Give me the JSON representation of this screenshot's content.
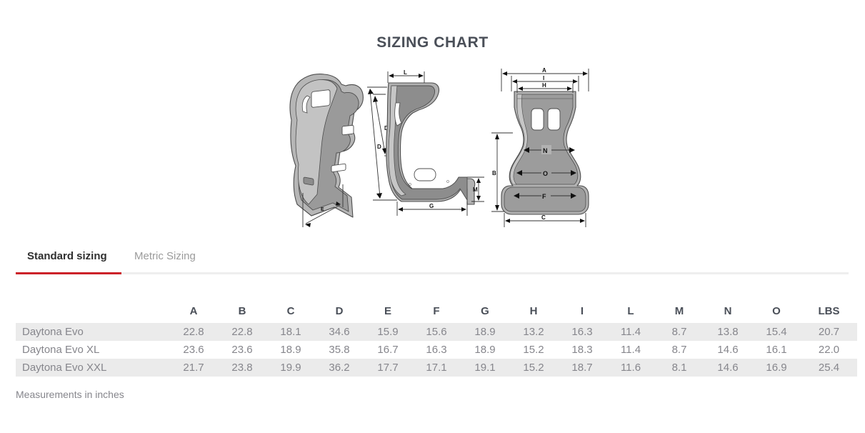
{
  "page": {
    "title": "SIZING CHART",
    "footnote": "Measurements in inches"
  },
  "tabs": [
    {
      "label": "Standard sizing",
      "active": true
    },
    {
      "label": "Metric Sizing",
      "active": false
    }
  ],
  "colors": {
    "accent_red": "#cc2229",
    "title_text": "#4a4f58",
    "body_text": "#86868c",
    "row_stripe": "#ebebeb",
    "seat_fill": "#a8a8a8",
    "seat_shade": "#8d8d8d",
    "seat_outline": "#4d4d4d"
  },
  "diagrams": {
    "iso_view": {
      "name": "racing-seat-isometric-view",
      "dimension_labels": [
        "D",
        "E"
      ]
    },
    "side_view": {
      "name": "racing-seat-side-view",
      "dimension_labels": [
        "L",
        "D",
        "G",
        "M"
      ]
    },
    "front_view": {
      "name": "racing-seat-front-view",
      "dimension_labels": [
        "A",
        "I",
        "H",
        "N",
        "O",
        "F",
        "B",
        "C"
      ]
    }
  },
  "table": {
    "columns": [
      "",
      "A",
      "B",
      "C",
      "D",
      "E",
      "F",
      "G",
      "H",
      "I",
      "L",
      "M",
      "N",
      "O",
      "LBS"
    ],
    "rows": [
      {
        "model": "Daytona Evo",
        "values": [
          "22.8",
          "22.8",
          "18.1",
          "34.6",
          "15.9",
          "15.6",
          "18.9",
          "13.2",
          "16.3",
          "11.4",
          "8.7",
          "13.8",
          "15.4",
          "20.7"
        ]
      },
      {
        "model": "Daytona Evo XL",
        "values": [
          "23.6",
          "23.6",
          "18.9",
          "35.8",
          "16.7",
          "16.3",
          "18.9",
          "15.2",
          "18.3",
          "11.4",
          "8.7",
          "14.6",
          "16.1",
          "22.0"
        ]
      },
      {
        "model": "Daytona Evo XXL",
        "values": [
          "21.7",
          "23.8",
          "19.9",
          "36.2",
          "17.7",
          "17.1",
          "19.1",
          "15.2",
          "18.7",
          "11.6",
          "8.1",
          "14.6",
          "16.9",
          "25.4"
        ]
      }
    ]
  }
}
